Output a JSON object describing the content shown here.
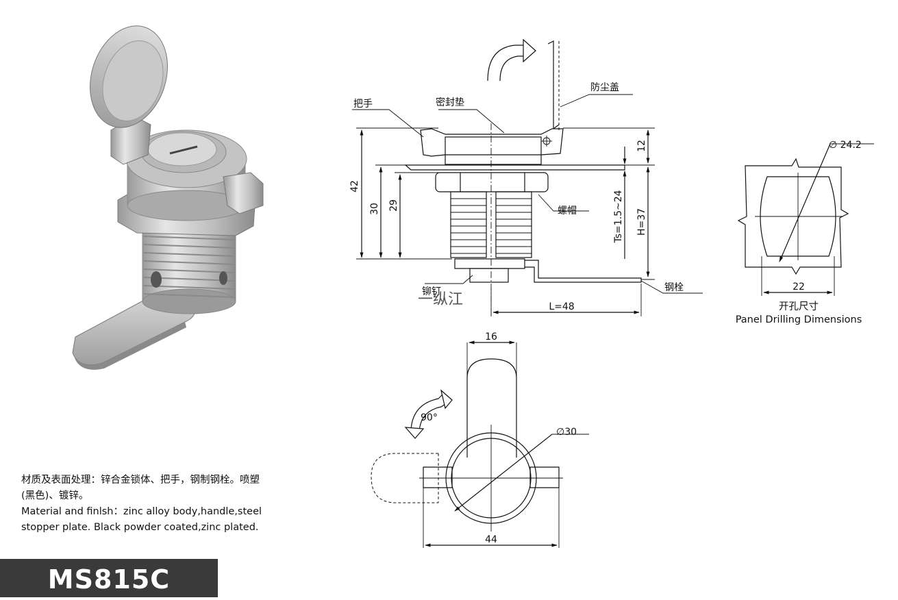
{
  "labels": {
    "handle": "把手",
    "seal": "密封垫",
    "dust_cover": "防尘盖",
    "nut": "螺帽",
    "rivet": "铆钉",
    "stopper": "钢栓",
    "watermark": "一纵江"
  },
  "dimensions": {
    "d42": "42",
    "d30": "30",
    "d29": "29",
    "d12": "12",
    "ts": "Ts=1.5~24",
    "h": "H=37",
    "l": "L=48",
    "top_width": "16",
    "rotation": "90°",
    "dia30": "∅30",
    "bottom_width": "44",
    "dia24": "∅ 24.2",
    "hole_width": "22"
  },
  "panel": {
    "title_cn": "开孔尺寸",
    "title_en": "Panel Drilling Dimensions"
  },
  "material": {
    "line1": "材质及表面处理：锌合金锁体、把手，钢制钢栓。喷塑",
    "line2": "(黑色)、镀锌。",
    "line3": "Material and finlsh：zinc alloy body,handle,steel",
    "line4": "stopper plate. Black powder coated,zinc plated."
  },
  "model": "MS815C"
}
